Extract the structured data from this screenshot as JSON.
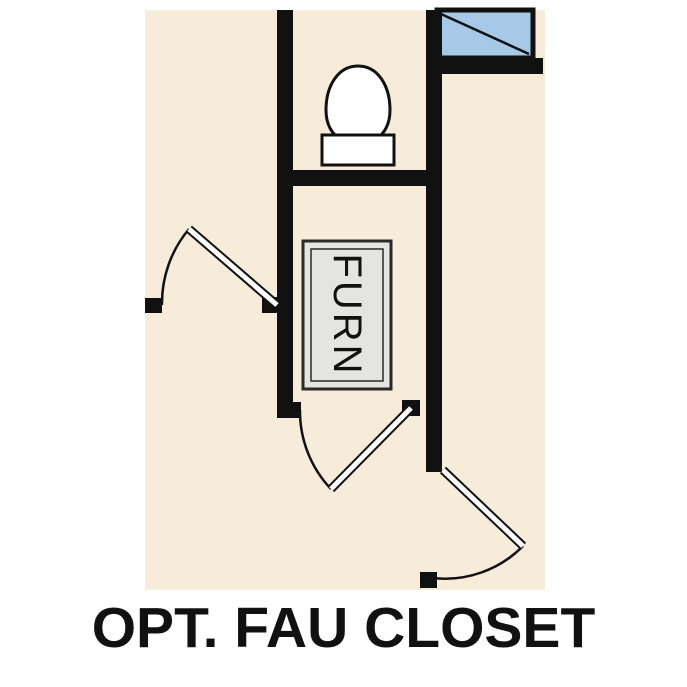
{
  "caption": {
    "text": "OPT. FAU CLOSET"
  },
  "labels": {
    "furnace": "FURN"
  },
  "colors": {
    "background": "#ffffff",
    "floor": "#f6ecd9",
    "wall": "#111111",
    "shower_fill": "#a7c9e8",
    "furnace_fill": "#e4e4e0",
    "fixture_fill": "#ffffff",
    "text": "#111111"
  },
  "fixtures": {
    "toilet": "toilet-fixture",
    "shower": "shower-pan",
    "furnace": "furnace-unit",
    "doors": [
      "left-door",
      "closet-door",
      "right-door"
    ]
  }
}
